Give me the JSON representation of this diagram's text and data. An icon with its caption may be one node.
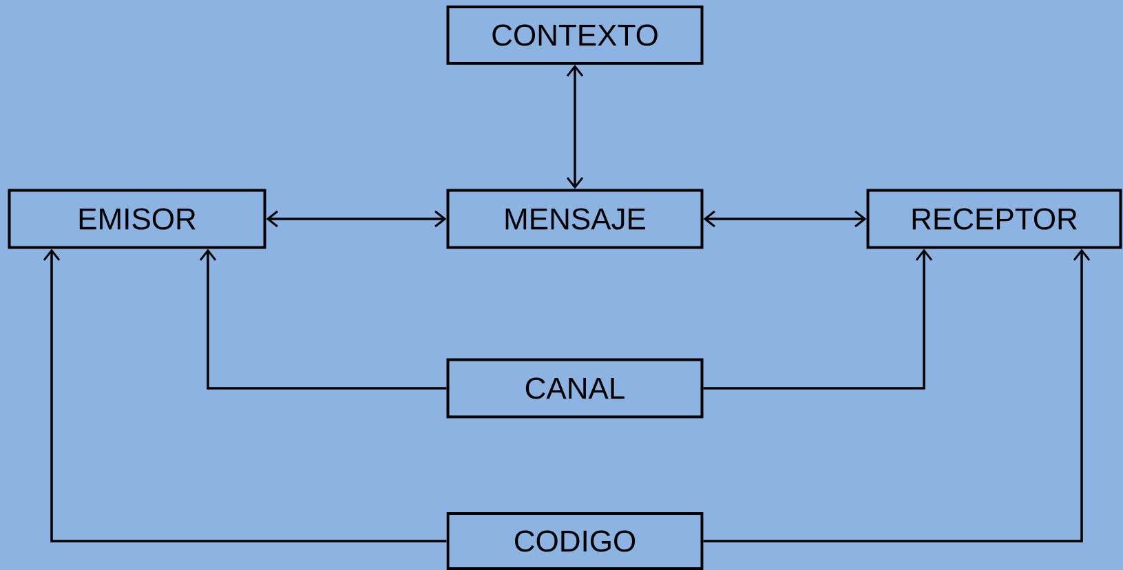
{
  "diagram": {
    "nodes": [
      {
        "text": [
          "CONTEXTO"
        ]
      },
      {
        "text": [
          "EMISOR"
        ]
      },
      {
        "text": [
          "MENSAJE"
        ]
      },
      {
        "text": [
          "RECEPTOR"
        ]
      },
      {
        "text": [
          "CANAL"
        ]
      },
      {
        "text": [
          "CODIGO"
        ]
      }
    ],
    "edges": [
      {
        "from": 0,
        "to": 2,
        "arrow": "both"
      },
      {
        "from": 1,
        "to": 2,
        "arrow": "both"
      },
      {
        "from": 2,
        "to": 3,
        "arrow": "both"
      },
      {
        "from": 4,
        "to": 1,
        "arrow": "to"
      },
      {
        "from": 4,
        "to": 3,
        "arrow": "to"
      },
      {
        "from": 5,
        "to": 1,
        "arrow": "to"
      },
      {
        "from": 5,
        "to": 3,
        "arrow": "to"
      }
    ]
  }
}
